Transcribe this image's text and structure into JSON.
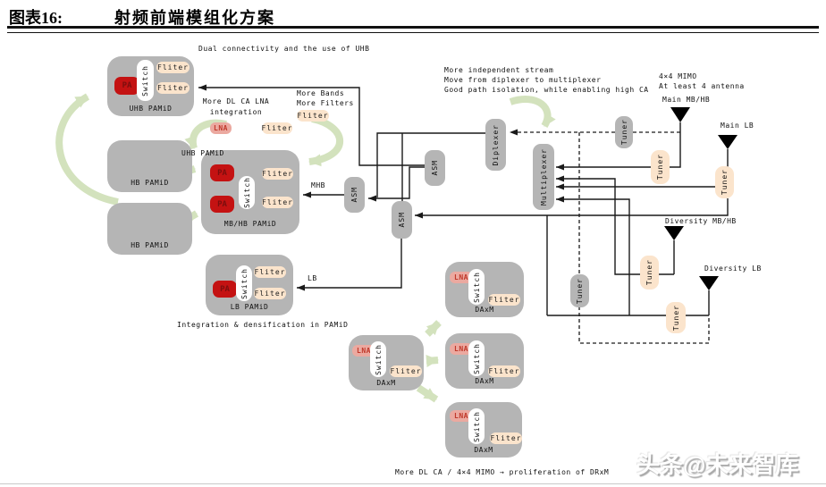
{
  "header": {
    "figure_label": "图表16:",
    "title": "射频前端模组化方案"
  },
  "annotations": {
    "dual_connectivity": "Dual connectivity and the use of UHB",
    "more_dl_ca_line1": "More DL CA LNA",
    "more_dl_ca_line2": "integration",
    "more_bands": "More Bands",
    "more_filters": "More Filters",
    "independent_line1": "More independent stream",
    "independent_line2": "Move from diplexer to multiplexer",
    "independent_line3": "Good path isolation, while enabling high CA",
    "mimo_line1": "4×4 MIMO",
    "mimo_line2": "At least 4 antenna",
    "pamid_note": "Integration & densification in PAMiD",
    "bottom_note": "More DL CA / 4×4 MIMO → proliferation of DRxM"
  },
  "wire_labels": {
    "mhb": "MHB",
    "lb": "LB"
  },
  "antennas": {
    "main_mbhb": "Main MB/HB",
    "main_lb": "Main LB",
    "diversity_mbhb": "Diversity MB/HB",
    "diversity_lb": "Diversity LB"
  },
  "badges": {
    "pa": "PA",
    "lna": "LNA",
    "switch": "Switch",
    "filter": "Fliter"
  },
  "components": {
    "asm": "ASM",
    "diplexer": "Diplexer",
    "multiplexer": "Multiplexer",
    "tuner": "Tuner"
  },
  "modules": {
    "uhb_pamid": "UHB PAMiD",
    "hb_pamid": "HB PAMiD",
    "uhb_pamid_overlay": "UHB PAMiD",
    "mbhb_pamid": "MB/HB PAMiD",
    "lb_pamid": "LB PAMiD",
    "daxm": "DAxM"
  },
  "watermark": "头条@未来智库",
  "colors": {
    "module_gray": "#b5b5b5",
    "pa_red": "#c41212",
    "lna_pink": "#eba9a0",
    "filter_peach": "#fbe4cc",
    "green_arrow": "#d3e2bd",
    "wire_black": "#1a1a1a"
  }
}
